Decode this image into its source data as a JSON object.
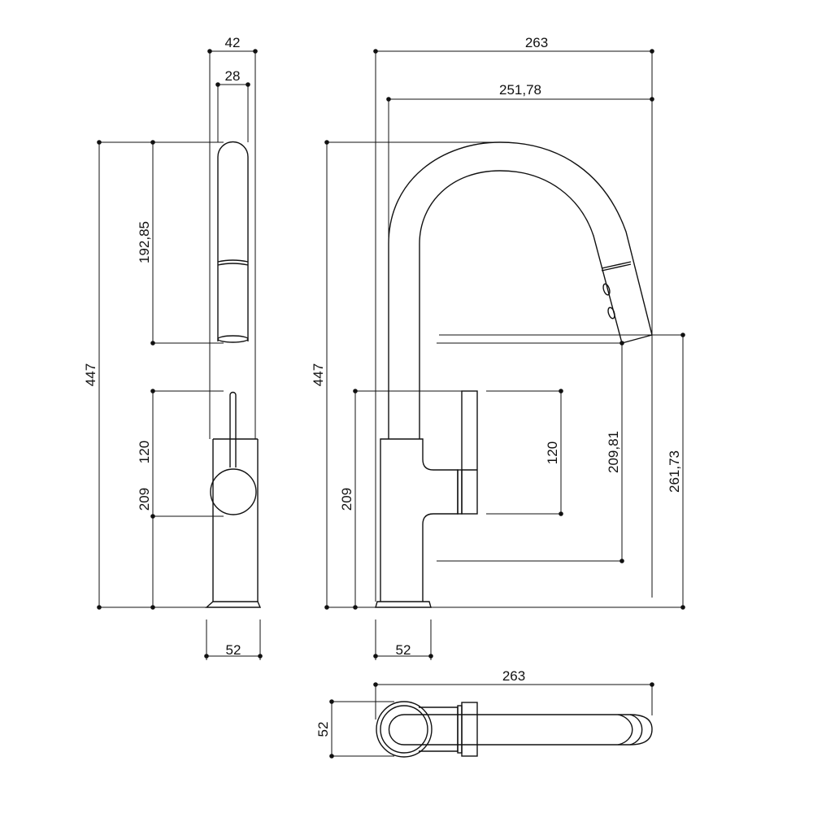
{
  "front_view": {
    "width_top": "42",
    "spout_width": "28",
    "total_height": "447",
    "spout_length": "192,85",
    "lever_height": "120",
    "body_height": "209",
    "base_width": "52"
  },
  "side_view": {
    "reach": "263",
    "spout_reach": "251,78",
    "total_height": "447",
    "body_height": "209",
    "lever_height": "120",
    "clearance_inner": "209,81",
    "clearance_outer": "261,73",
    "base_width": "52"
  },
  "top_view": {
    "length": "263",
    "width": "52"
  }
}
